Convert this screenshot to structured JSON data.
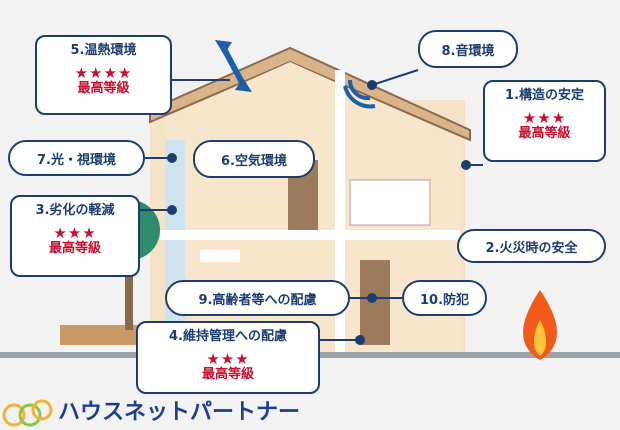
{
  "labels": {
    "l1": {
      "title": "1.構造の安定",
      "stars": "★★★",
      "grade": "最高等級"
    },
    "l2": {
      "title": "2.火災時の安全"
    },
    "l3": {
      "title": "3.劣化の軽減",
      "stars": "★★★",
      "grade": "最高等級"
    },
    "l4": {
      "title": "4.維持管理への配慮",
      "stars": "★★★",
      "grade": "最高等級"
    },
    "l5": {
      "title": "5.温熱環境",
      "stars": "★★★★",
      "grade": "最高等級"
    },
    "l6": {
      "title": "6.空気環境"
    },
    "l7": {
      "title": "7.光・視環境"
    },
    "l8": {
      "title": "8.音環境"
    },
    "l9": {
      "title": "9.高齢者等への配慮"
    },
    "l10": {
      "title": "10.防犯"
    }
  },
  "logo": {
    "text": "ハウスネットパートナー"
  },
  "colors": {
    "navy": "#1d3d6e",
    "red": "#c8102e",
    "house": "#f6e2c6",
    "roof": "#8a6a4a"
  }
}
